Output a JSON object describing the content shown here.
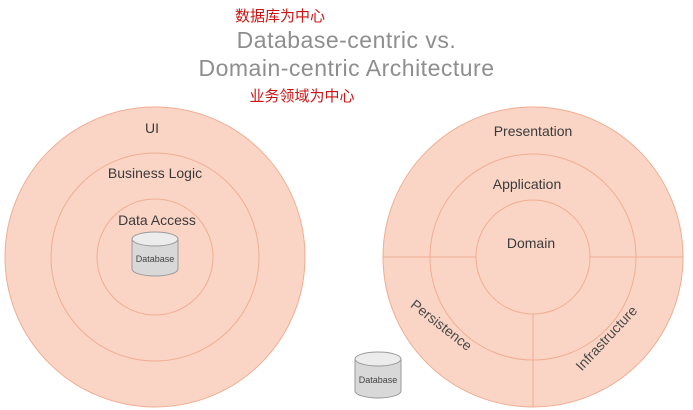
{
  "header": {
    "top_label_cn": "数据库为中心",
    "title_line1": "Database-centric vs.",
    "title_line2": "Domain-centric Architecture",
    "bottom_label_cn": "业务领域为中心"
  },
  "left_diagram": {
    "name": "database-centric-onion",
    "rings": [
      "UI",
      "Business Logic",
      "Data Access"
    ],
    "database_label": "Database"
  },
  "right_diagram": {
    "name": "domain-centric-onion",
    "rings": [
      "Presentation",
      "Application",
      "Domain"
    ],
    "wedges": [
      "Persistence",
      "Infrastructure"
    ],
    "database_label": "Database"
  },
  "colors": {
    "circle_fill": "#fad5c6",
    "circle_stroke": "#f0ad92",
    "title_gray": "#8e8e8e",
    "cn_red": "#cc1414",
    "cylinder_body": "#d8d8d8",
    "cylinder_top": "#ececec"
  }
}
